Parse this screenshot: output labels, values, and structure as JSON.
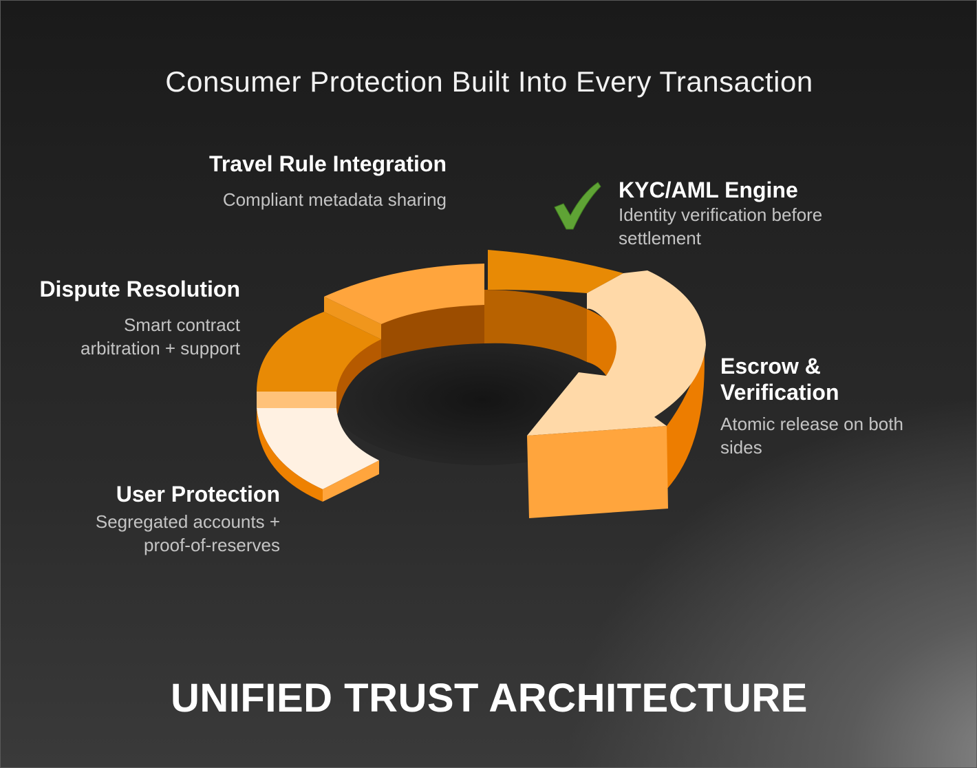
{
  "subtitle": "Consumer Protection Built Into Every Transaction",
  "title": "UNIFIED TRUST ARCHITECTURE",
  "segments": [
    {
      "title": "Travel Rule Integration",
      "desc": "Compliant metadata sharing"
    },
    {
      "title": "KYC/AML Engine",
      "desc": "Identity verification before settlement"
    },
    {
      "title": "Dispute Resolution",
      "desc": "Smart contract arbitration + support"
    },
    {
      "title": "Escrow & Verification",
      "desc": "Atomic release on both sides"
    },
    {
      "title": "User Protection",
      "desc": "Segregated accounts + proof-of-reserves"
    }
  ],
  "icons": {
    "check": "checkmark-icon"
  },
  "colors": {
    "orange_light": "#ffa53d",
    "orange_mid": "#e88a05",
    "orange_dark": "#b65a00",
    "peach": "#ffd9a8",
    "cream": "#fff1e2",
    "check_green": "#5fa335"
  }
}
